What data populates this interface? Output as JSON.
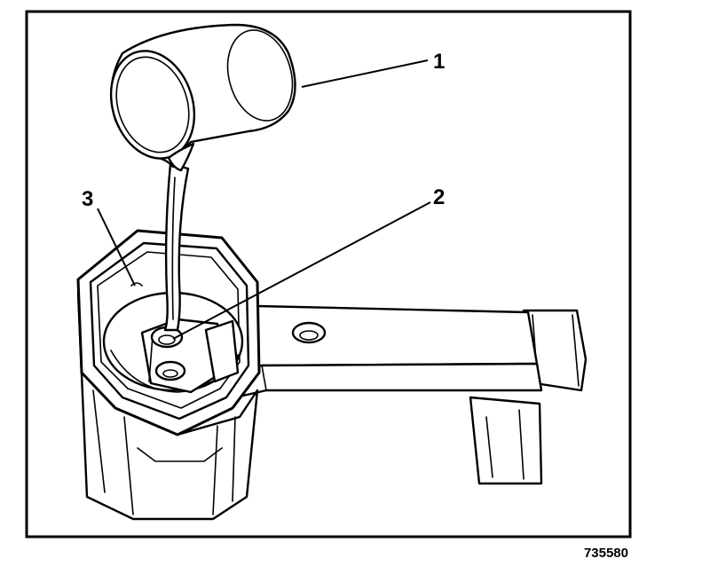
{
  "figure": {
    "code": "735580",
    "callouts": [
      {
        "label": "1",
        "part": "container"
      },
      {
        "label": "2",
        "part": "wrench-bolt-hole"
      },
      {
        "label": "3",
        "part": "socket-cavity"
      }
    ]
  },
  "colors": {
    "ink": "#000000",
    "background": "#ffffff"
  }
}
